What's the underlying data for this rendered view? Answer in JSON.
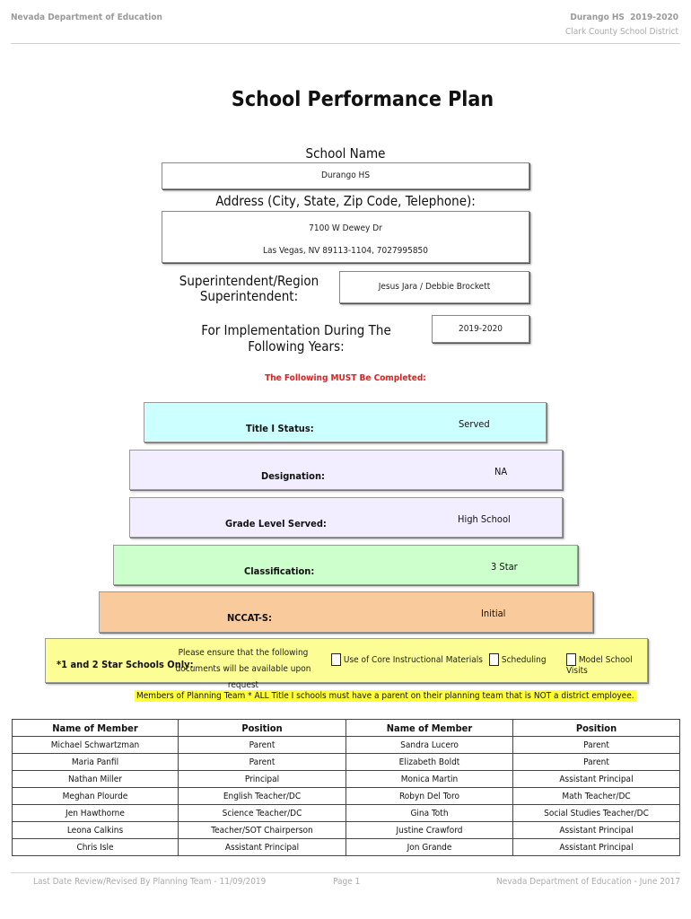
{
  "header": {
    "left": "Nevada Department of Education",
    "right_school": "Durango HS",
    "right_year": "2019-2020",
    "right_district": "Clark County School District"
  },
  "title": "School Performance Plan",
  "school": {
    "name_label": "School Name",
    "name_value": "Durango HS",
    "address_label": "Address (City, State, Zip Code, Telephone):",
    "address_line1": "7100 W Dewey Dr",
    "address_line2": "Las Vegas, NV  89113-1104, 7027995850",
    "superintendent_label_line1": "Superintendent/Region",
    "superintendent_label_line2": "Superintendent:",
    "superintendent_value": "Jesus Jara / Debbie Brockett",
    "years_label": "For Implementation During The Following Years:",
    "years_value": "2019-2020"
  },
  "required_note": "The Following MUST Be Completed:",
  "status": {
    "title1_label": "Title I Status:",
    "title1_value": "Served",
    "designation_label": "Designation:",
    "designation_value": "NA",
    "grade_label": "Grade Level Served:",
    "grade_value": "High School",
    "classification_label": "Classification:",
    "classification_value": "3 Star",
    "nccat_label": "NCCAT-S:",
    "nccat_value": "Initial"
  },
  "band_colors": {
    "title1": "#ccffff",
    "designation": "#f3eeff",
    "grade": "#f3eeff",
    "classification": "#ccffcc",
    "nccat": "#f9cb9c"
  },
  "star_schools": {
    "label": "*1 and 2 Star Schools Only:",
    "instruction_line1": "Please ensure that the following",
    "instruction_line2": "documents will be available upon request",
    "options": [
      "Use of Core Instructional Materials",
      "Scheduling",
      "Model School Visits"
    ]
  },
  "members_note": "Members of Planning Team * ALL Title I schools must have a parent on their planning team that is NOT a district employee.",
  "team_table": {
    "headers": [
      "Name of Member",
      "Position",
      "Name of Member",
      "Position"
    ],
    "rows": [
      [
        "Michael Schwartzman",
        "Parent",
        "Sandra Lucero",
        "Parent"
      ],
      [
        "Maria Panfil",
        "Parent",
        "Elizabeth Boldt",
        "Parent"
      ],
      [
        "Nathan Miller",
        "Principal",
        "Monica Martin",
        "Assistant Principal"
      ],
      [
        "Meghan Plourde",
        "English Teacher/DC",
        "Robyn Del Toro",
        "Math Teacher/DC"
      ],
      [
        "Jen Hawthorne",
        "Science Teacher/DC",
        "Gina Toth",
        "Social Studies Teacher/DC"
      ],
      [
        "Leona Calkins",
        "Teacher/SOT Chairperson",
        "Justine Crawford",
        "Assistant Principal"
      ],
      [
        "Chris Isle",
        "Assistant Principal",
        "Jon Grande",
        "Assistant Principal"
      ]
    ]
  },
  "footer": {
    "left": "Last Date Review/Revised By Planning Team - 11/09/2019",
    "center": "Page 1",
    "right": "Nevada Department of Education - June 2017"
  }
}
